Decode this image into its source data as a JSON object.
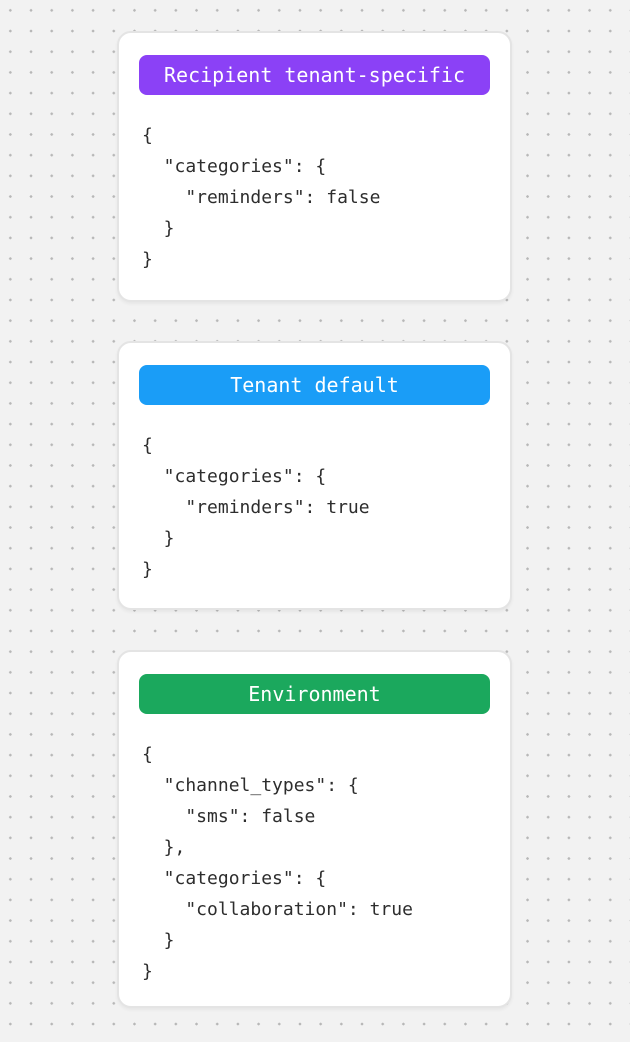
{
  "canvas": {
    "background_color": "#f2f2f2",
    "dot_color": "#b7b7b7"
  },
  "cards": [
    {
      "badge_label": "Recipient tenant-specific",
      "badge_color": "#8b41f6",
      "code": "{\n  \"categories\": {\n    \"reminders\": false\n  }\n}"
    },
    {
      "badge_label": "Tenant default",
      "badge_color": "#1a9df7",
      "code": "{\n  \"categories\": {\n    \"reminders\": true\n  }\n}"
    },
    {
      "badge_label": "Environment",
      "badge_color": "#1ba85d",
      "code": "{\n  \"channel_types\": {\n    \"sms\": false\n  },\n  \"categories\": {\n    \"collaboration\": true\n  }\n}"
    }
  ]
}
